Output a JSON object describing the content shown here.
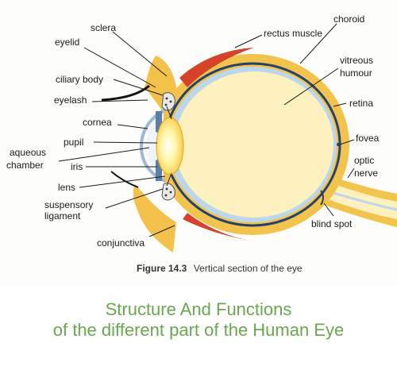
{
  "labels": {
    "sclera": "sclera",
    "eyelid": "eyelid",
    "ciliary_body": "ciliary body",
    "eyelash": "eyelash",
    "cornea": "cornea",
    "pupil": "pupil",
    "aqueous_chamber_1": "aqueous",
    "aqueous_chamber_2": "chamber",
    "iris": "iris",
    "lens": "lens",
    "suspensory_ligament_1": "suspensory",
    "suspensory_ligament_2": "ligament",
    "conjunctiva": "conjunctiva",
    "choroid": "choroid",
    "rectus_muscle": "rectus muscle",
    "vitreous_humour_1": "vitreous",
    "vitreous_humour_2": "humour",
    "retina": "retina",
    "fovea": "fovea",
    "optic_nerve_1": "optic",
    "optic_nerve_2": "nerve",
    "blind_spot": "blind spot"
  },
  "caption": {
    "figure_number": "Figure 14.3",
    "text": "Vertical section of the eye"
  },
  "headline": {
    "line1": "Structure  And Functions",
    "line2": "of the different part  of the  Human Eye"
  },
  "colors": {
    "sclera": "#f2c44e",
    "vitreous": "#fdf1bf",
    "retina_band": "#bcd6ec",
    "choroid_line": "#24426e",
    "muscle": "#d6422a",
    "headline": "#6aa84f"
  }
}
